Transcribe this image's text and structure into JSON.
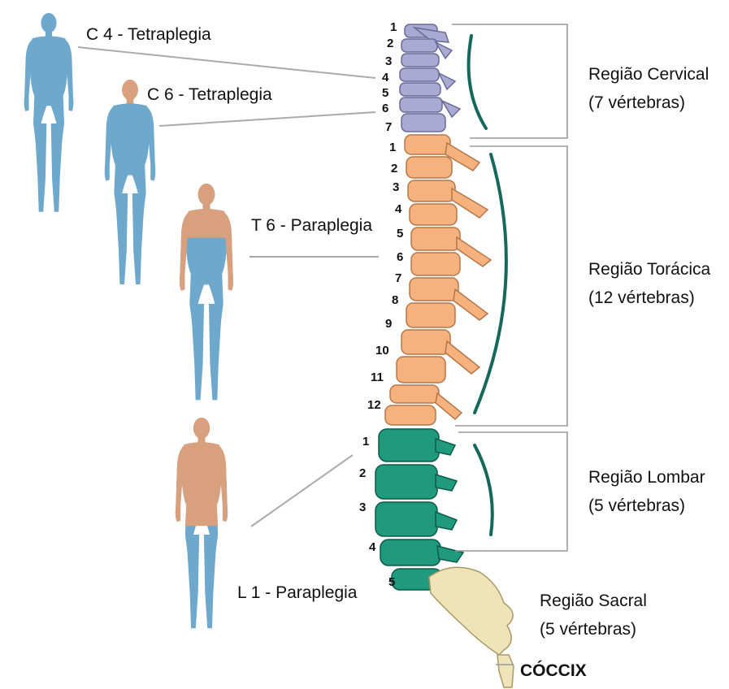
{
  "figures": [
    {
      "label": "C 4 - Tetraplegia"
    },
    {
      "label": "C 6 - Tetraplegia"
    },
    {
      "label": "T 6 - Paraplegia"
    },
    {
      "label": "L 1 - Paraplegia"
    }
  ],
  "regions": {
    "cervical": {
      "name": "Região Cervical",
      "count": "(7 vértebras)",
      "numbers": [
        "1",
        "2",
        "3",
        "4",
        "5",
        "6",
        "7"
      ],
      "color": "#a9a9d2"
    },
    "thoracic": {
      "name": "Região Torácica",
      "count": "(12 vértebras)",
      "numbers": [
        "1",
        "2",
        "3",
        "4",
        "5",
        "6",
        "7",
        "8",
        "9",
        "10",
        "11",
        "12"
      ],
      "color": "#f5b27c"
    },
    "lumbar": {
      "name": "Região Lombar",
      "count": "(5 vértebras)",
      "numbers": [
        "1",
        "2",
        "3",
        "4",
        "5"
      ],
      "color": "#1f9a7d"
    },
    "sacral": {
      "name": "Região Sacral",
      "count": "(5 vértebras)",
      "color": "#efe3b8"
    },
    "coccyx": {
      "name": "CÓCCIX"
    }
  },
  "colors": {
    "paralysis": "#6ea8cc",
    "skin": "#d9a07e",
    "bracket": "#999999",
    "curve": "#17685c"
  }
}
